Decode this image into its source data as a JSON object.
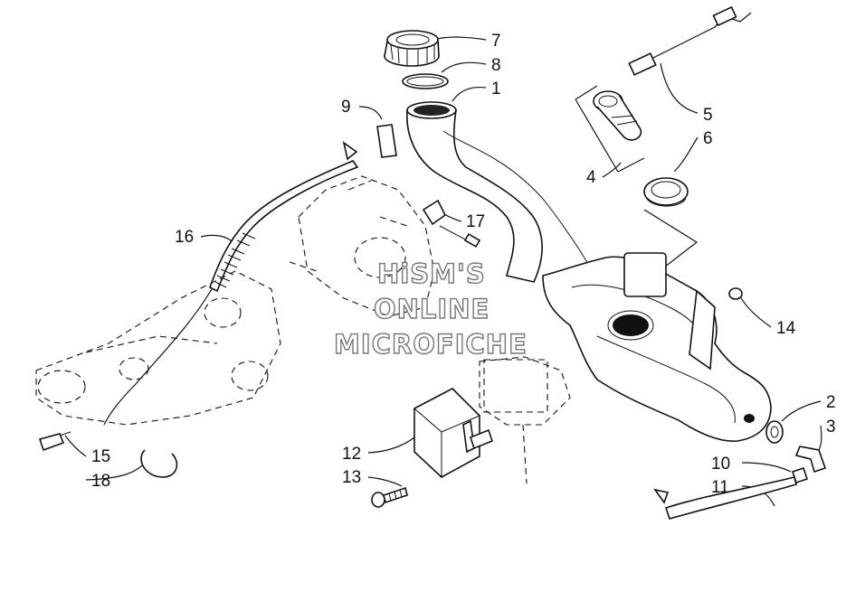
{
  "watermark": {
    "line1": "HiSM'S",
    "line2": "ONLINE",
    "line3": "MICROFICHE"
  },
  "callouts": [
    {
      "id": "7",
      "text": "7"
    },
    {
      "id": "8",
      "text": "8"
    },
    {
      "id": "1",
      "text": "1"
    },
    {
      "id": "9",
      "text": "9"
    },
    {
      "id": "5",
      "text": "5"
    },
    {
      "id": "6",
      "text": "6"
    },
    {
      "id": "4",
      "text": "4"
    },
    {
      "id": "16",
      "text": "16"
    },
    {
      "id": "17",
      "text": "17"
    },
    {
      "id": "14",
      "text": "14"
    },
    {
      "id": "2",
      "text": "2"
    },
    {
      "id": "3",
      "text": "3"
    },
    {
      "id": "12",
      "text": "12"
    },
    {
      "id": "13",
      "text": "13"
    },
    {
      "id": "10",
      "text": "10"
    },
    {
      "id": "11",
      "text": "11"
    },
    {
      "id": "15",
      "text": "15"
    },
    {
      "id": "18",
      "text": "18"
    }
  ]
}
